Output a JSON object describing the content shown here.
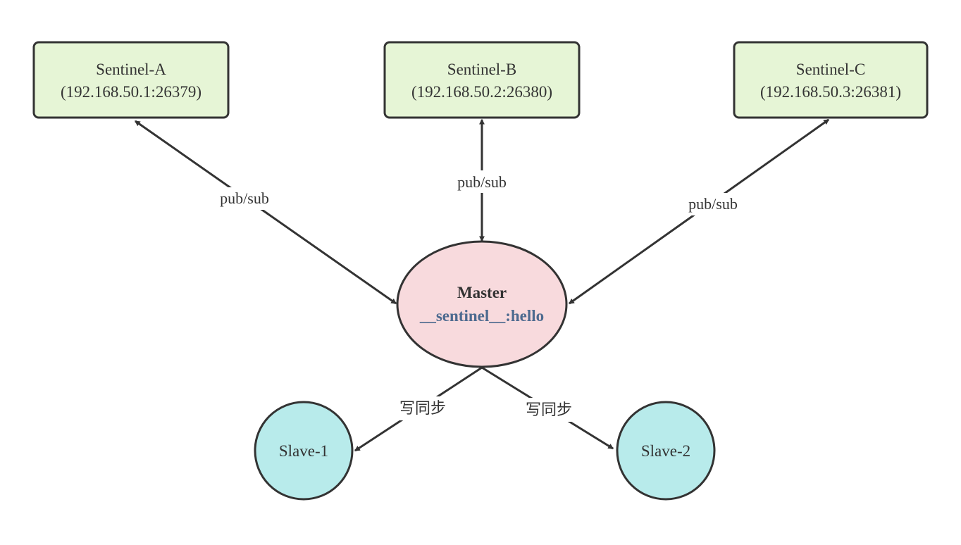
{
  "colors": {
    "sentinel_fill": "#e6f5d6",
    "sentinel_stroke": "#333333",
    "master_fill": "#f8dadd",
    "slave_fill": "#b8ebeb",
    "channel_text": "#4d6a8f",
    "edge": "#333333"
  },
  "sentinels": [
    {
      "name": "Sentinel-A",
      "address": "(192.168.50.1:26379)"
    },
    {
      "name": "Sentinel-B",
      "address": "(192.168.50.2:26380)"
    },
    {
      "name": "Sentinel-C",
      "address": "(192.168.50.3:26381)"
    }
  ],
  "master": {
    "name": "Master",
    "channel": "__sentinel__:hello"
  },
  "slaves": [
    {
      "name": "Slave-1"
    },
    {
      "name": "Slave-2"
    }
  ],
  "edges": [
    {
      "label": "pub/sub"
    },
    {
      "label": "pub/sub"
    },
    {
      "label": "pub/sub"
    },
    {
      "label": "写同步"
    },
    {
      "label": "写同步"
    }
  ]
}
